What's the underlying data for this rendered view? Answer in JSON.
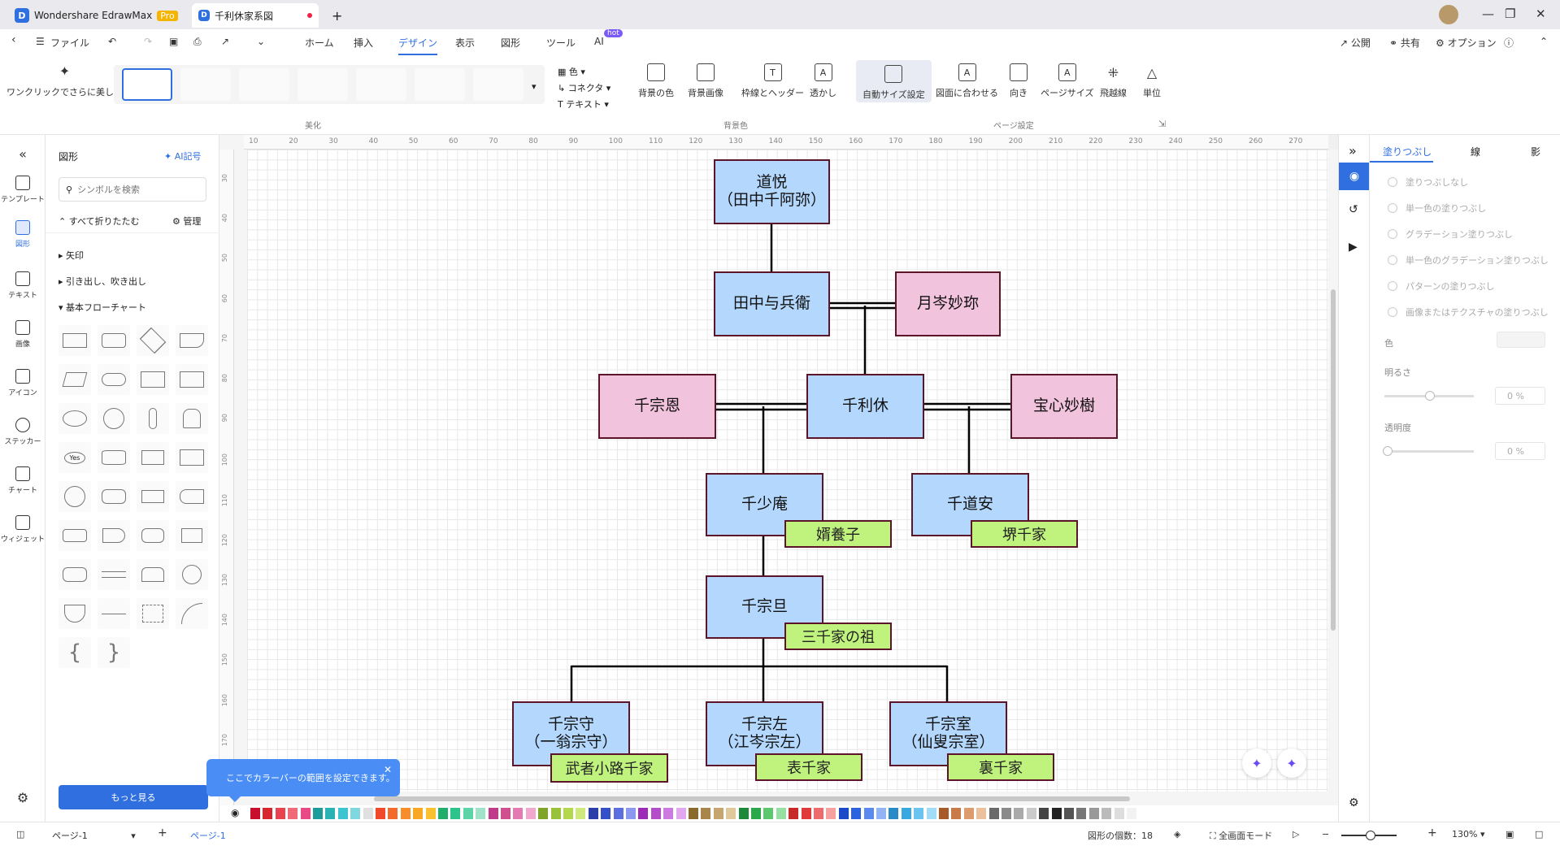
{
  "titlebar": {
    "app_name": "Wondershare EdrawMax",
    "pro_badge": "Pro",
    "doc_tab": "千利休家系図",
    "new_tab": "+"
  },
  "menubar": {
    "file": "ファイル",
    "tabs": [
      "ホーム",
      "挿入",
      "デザイン",
      "表示",
      "図形",
      "ツール",
      "AI"
    ],
    "active_tab": "デザイン",
    "ai_badge": "hot",
    "publish": "公開",
    "share": "共有",
    "options": "オプション"
  },
  "ribbon": {
    "one_click": "ワンクリックでさらに美しく",
    "color": "色",
    "connector": "コネクタ",
    "text": "テキスト",
    "group_beautify": "美化",
    "bg_color": "背景の色",
    "bg_image": "背景画像",
    "border_header": "枠線とヘッダー",
    "watermark": "透かし",
    "group_background": "背景色",
    "auto_size": "自動サイズ設定",
    "fit_drawing": "図面に合わせる",
    "orientation": "向き",
    "page_size": "ページサイズ",
    "jump_line": "飛越線",
    "unit": "単位",
    "group_page": "ページ設定"
  },
  "leftrail": {
    "items": [
      "テンプレート",
      "図形",
      "テキスト",
      "画像",
      "アイコン",
      "ステッカー",
      "チャート",
      "ウィジェット"
    ],
    "active": "図形"
  },
  "shapes_panel": {
    "title": "図形",
    "ai_symbol": "AI記号",
    "search_placeholder": "シンボルを検索",
    "collapse_all": "すべて折りたたむ",
    "manage": "管理",
    "categories": [
      "矢印",
      "引き出し、吹き出し",
      "基本フローチャート"
    ],
    "shape_yes": "Yes",
    "more_button": "もっと見る"
  },
  "ruler": {
    "top": [
      "10",
      "20",
      "30",
      "40",
      "50",
      "60",
      "70",
      "80",
      "90",
      "100",
      "110",
      "120",
      "130",
      "140",
      "150",
      "160",
      "170",
      "180",
      "190",
      "200",
      "210",
      "220",
      "230",
      "240",
      "250",
      "260",
      "270"
    ],
    "left": [
      "30",
      "40",
      "50",
      "60",
      "70",
      "80",
      "90",
      "100",
      "110",
      "120",
      "130",
      "140",
      "150",
      "160",
      "170"
    ]
  },
  "diagram": {
    "doetsu": "道悦\n（田中千阿弥）",
    "yohe": "田中与兵衛",
    "gesshin": "月岑妙珎",
    "soon": "千宗恩",
    "rikyu": "千利休",
    "hoshin": "宝心妙樹",
    "shoan": "千少庵",
    "shoan_tag": "婿養子",
    "doan": "千道安",
    "doan_tag": "堺千家",
    "sotan": "千宗旦",
    "sotan_tag": "三千家の祖",
    "soshu": "千宗守\n（一翁宗守）",
    "soshu_tag": "武者小路千家",
    "sosa": "千宗左\n（江岑宗左）",
    "sosa_tag": "表千家",
    "soshitsu": "千宗室\n（仙叟宗室）",
    "soshitsu_tag": "裏千家"
  },
  "tooltip": "ここでカラーバーの範囲を設定できます。",
  "props": {
    "tabs": [
      "塗りつぶし",
      "線",
      "影"
    ],
    "active_tab": "塗りつぶし",
    "fill_options": [
      "塗りつぶしなし",
      "単一色の塗りつぶし",
      "グラデーション塗りつぶし",
      "単一色のグラデーション塗りつぶし",
      "パターンの塗りつぶし",
      "画像またはテクスチャの塗りつぶし"
    ],
    "color_label": "色",
    "brightness_label": "明るさ",
    "brightness_value": "0 %",
    "transparency_label": "透明度",
    "transparency_value": "0 %"
  },
  "status": {
    "page_select": "ページ-1",
    "page_tab": "ページ-1",
    "shape_count": "図形の個数：18",
    "fullscreen": "全画面モード",
    "zoom": "130%"
  },
  "colors": {
    "accent": "#2f6fe0",
    "node_border": "#5b1428",
    "male_fill": "#b3d7fd",
    "female_fill": "#f2c3dd",
    "tag_fill": "#c0f27e"
  },
  "swatches": [
    "#c8102e",
    "#d9262e",
    "#e8434e",
    "#f06a7a",
    "#e74a84",
    "#1e9c9c",
    "#2bb3b3",
    "#3cc5d0",
    "#7fd8e0",
    "#e0e0e0",
    "#f04a2a",
    "#f46a2a",
    "#f88e2a",
    "#f9a825",
    "#fbc02d",
    "#1fae6b",
    "#2cc48a",
    "#5dd3a8",
    "#9fe4c9",
    "#c23a8a",
    "#d0508f",
    "#e37bb2",
    "#f0a8cc",
    "#7ea52a",
    "#98c23a",
    "#b3d84e",
    "#cfe97c",
    "#2a3fa8",
    "#3550c8",
    "#5b6fe0",
    "#8a98ef",
    "#9e2ab8",
    "#b54ccc",
    "#cc7ae0",
    "#e2a8ef",
    "#8a6a2a",
    "#a8854a",
    "#c6a66e",
    "#e0c89a",
    "#1a8a3a",
    "#2aa84a",
    "#5cc86e",
    "#96e0a2",
    "#c82a2a",
    "#e03a3a",
    "#ef6a6a",
    "#f6a0a0",
    "#1a4ac8",
    "#2a62e0",
    "#5a8aef",
    "#92b4f6",
    "#2a8ac8",
    "#3aa8e0",
    "#6ac4ef",
    "#a2dcf7",
    "#a85a2a",
    "#c87a4a",
    "#dc9c6e",
    "#ecc09a",
    "#6a6a6a",
    "#8a8a8a",
    "#aaaaaa",
    "#cacaca",
    "#444444",
    "#222222",
    "#555555",
    "#777777",
    "#999999",
    "#bbbbbb",
    "#dddddd",
    "#f2f2f2"
  ]
}
